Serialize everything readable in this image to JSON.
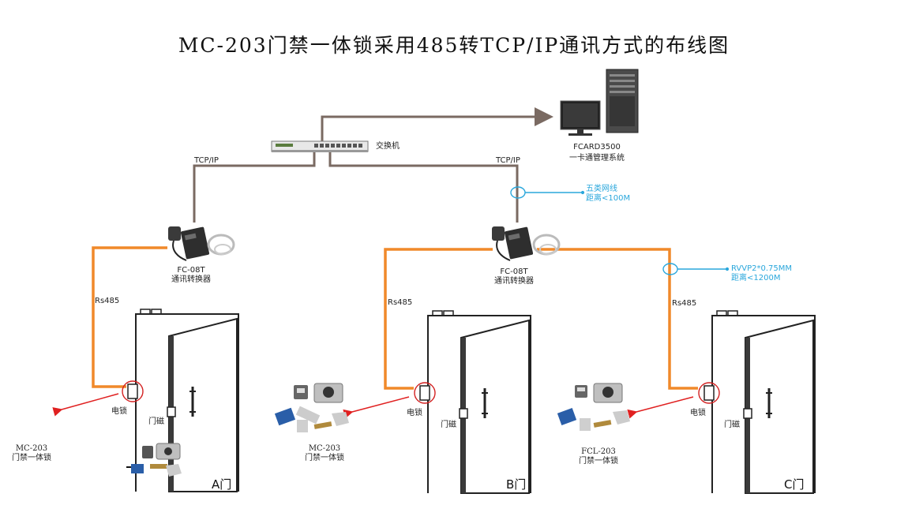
{
  "title": "MC-203门禁一体锁采用485转TCP/IP通讯方式的布线图",
  "colors": {
    "network_line": "#7a6a62",
    "rs485_line": "#f0892a",
    "annotation": "#2aa7dc",
    "arrow_red": "#e02020",
    "door_circle": "#d32020"
  },
  "switch": {
    "label": "交换机",
    "icon": "network-switch-icon"
  },
  "server": {
    "name": "FCARD3500",
    "desc": "一卡通管理系统",
    "icon": "server-computer-icon"
  },
  "links": {
    "tcp_left": "TCP/IP",
    "tcp_right": "TCP/IP",
    "rs485_a": "Rs485",
    "rs485_b": "Rs485",
    "rs485_c": "Rs485"
  },
  "converters": [
    {
      "model": "FC-08T",
      "desc": "通讯转换器"
    },
    {
      "model": "FC-08T",
      "desc": "通讯转换器"
    }
  ],
  "annotations": {
    "cat5_line1": "五类网线",
    "cat5_line2": "距离<100M",
    "rvvp_line1": "RVVP2*0.75MM",
    "rvvp_line2": "距离<1200M"
  },
  "doors": [
    {
      "name": "A门",
      "lock_label": "电锁",
      "sensor_label": "门磁",
      "product_model": "MC-203",
      "product_desc": "门禁一体锁"
    },
    {
      "name": "B门",
      "lock_label": "电锁",
      "sensor_label": "门磁",
      "product_model": "MC-203",
      "product_desc": "门禁一体锁"
    },
    {
      "name": "C门",
      "lock_label": "电锁",
      "sensor_label": "门磁",
      "product_model": "FCL-203",
      "product_desc": "门禁一体锁"
    }
  ]
}
